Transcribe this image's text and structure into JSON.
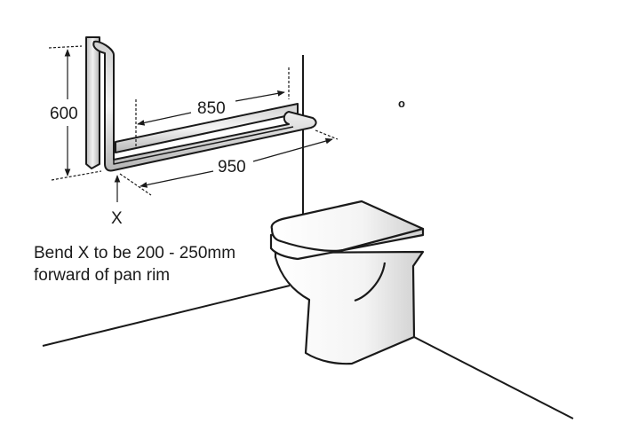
{
  "dimensions": {
    "height": "600",
    "inner_length": "850",
    "outer_length": "950",
    "bend_marker": "X"
  },
  "note": {
    "line1": "Bend X to be 200 - 250mm",
    "line2": "forward of pan rim"
  },
  "wall_marker": "o",
  "colors": {
    "line": "#1a1a1a",
    "rail": "#c8c8c8",
    "rail_light": "#eeeeee"
  }
}
